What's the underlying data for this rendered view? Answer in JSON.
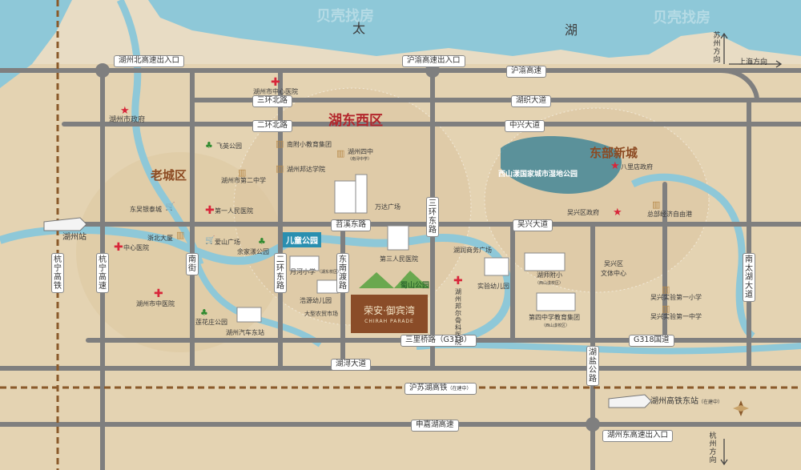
{
  "map": {
    "lake": [
      "太",
      "湖"
    ],
    "watermark": "贝壳找房",
    "districts": {
      "hudong_west": "湖东西区",
      "old_town": "老城区",
      "east_new": "东部新城"
    },
    "directions": {
      "suzhou": "苏州方向",
      "shanghai": "上海方向",
      "hangzhou": "杭州方向"
    },
    "roads": {
      "huzhou_north_exit": "湖州北高速出入口",
      "huyu_exit": "沪渝高速出入口",
      "huyu_highway": "沪渝高速",
      "huzhi": "湖织大道",
      "zhongxing": "中兴大道",
      "sanhuan_north": "三环北路",
      "erhuan_north": "二环北路",
      "tiaoxi_east": "苕溪东路",
      "wuxing": "吴兴大道",
      "sanliqiao": "三里桥路（G318）",
      "g318": "G318国道",
      "huxun": "湖浔大道",
      "husu_rail": "沪苏湖高铁",
      "husu_rail_note": "（在建中）",
      "shenjiahu": "申嘉湖高速",
      "hudong_exit": "湖州东高速出入口",
      "hangning": "杭宁高铁",
      "hangning_hwy": "杭宁高速",
      "nanjie": "南街",
      "erhuan_east": "二环东路",
      "dongnan_du": "东南渡路",
      "sanhuan_east": "三环东路",
      "hu_yan": "湖盐公路",
      "nantaihu": "南太湖大道"
    },
    "places": {
      "huzhou_station": "湖州站",
      "huzhou_hsr_east": "湖州高铁东站",
      "hsr_note": "（在建中）",
      "city_gov": "湖州市政府",
      "central_hospital": "湖州市中心医院",
      "shifu_group": "南附小教育集团",
      "sizhong_1": "湖州四中",
      "sizhong_2": "（南浔中学）",
      "bangda_school": "湖州邦达学院",
      "feiying_park": "飞英公园",
      "city_no2": "湖州市第二中学",
      "dongwu_plaza": "东吴银泰城",
      "first_hospital": "第一人民医院",
      "zhebei_building": "浙北大厦",
      "center_hospital_2": "中心医院",
      "aishan_plaza": "爱山广场",
      "yujiayang_park": "余家漾公园",
      "zhongyi_hospital": "湖州市中医院",
      "lianhuazhuang_park": "莲花庄公园",
      "bus_east": "湖州汽车东站",
      "wanda": "万达广场",
      "children_park": "儿童公园",
      "yuehe_school": "月河小学",
      "yuehe_note": "（湖东校区）",
      "third_hospital": "第三人民医院",
      "shushan_park": "蜀山公园",
      "haoyuan_kg": "浩源幼儿园",
      "big_mall": "大型农贸市场",
      "project_name": "荣安·御宾湾",
      "project_en": "CHIRAH PARADE",
      "runrun_plaza": "湖润商务广场",
      "bangde_ortho": "湖州邦尔骨科医院",
      "shiyan_kg": "实验幼儿园",
      "xishan_wetland": "西山漾国家城市湿地公园",
      "baliqiao_office": "八里店政府",
      "wuxing_gov": "吴兴区政府",
      "econ_zone": "总部经济自由港",
      "shifu_primary": "湖师附小",
      "shifu_note": "（西山漾校区）",
      "wuxing_center": "吴兴区",
      "wuxing_center2": "文体中心",
      "sizhong_group": "第四中学教育集团",
      "sizhong_group_note": "（西山漾校区）",
      "wuxing_primary": "吴兴实验第一小学",
      "wuxing_middle": "吴兴实验第一中学"
    },
    "colors": {
      "land": "#e8dcc4",
      "water": "#8ec8d8",
      "road": "#7f7f7f",
      "rail": "#8a5a2b",
      "highlight": "#b3262c",
      "district": "#8c4a22"
    }
  }
}
